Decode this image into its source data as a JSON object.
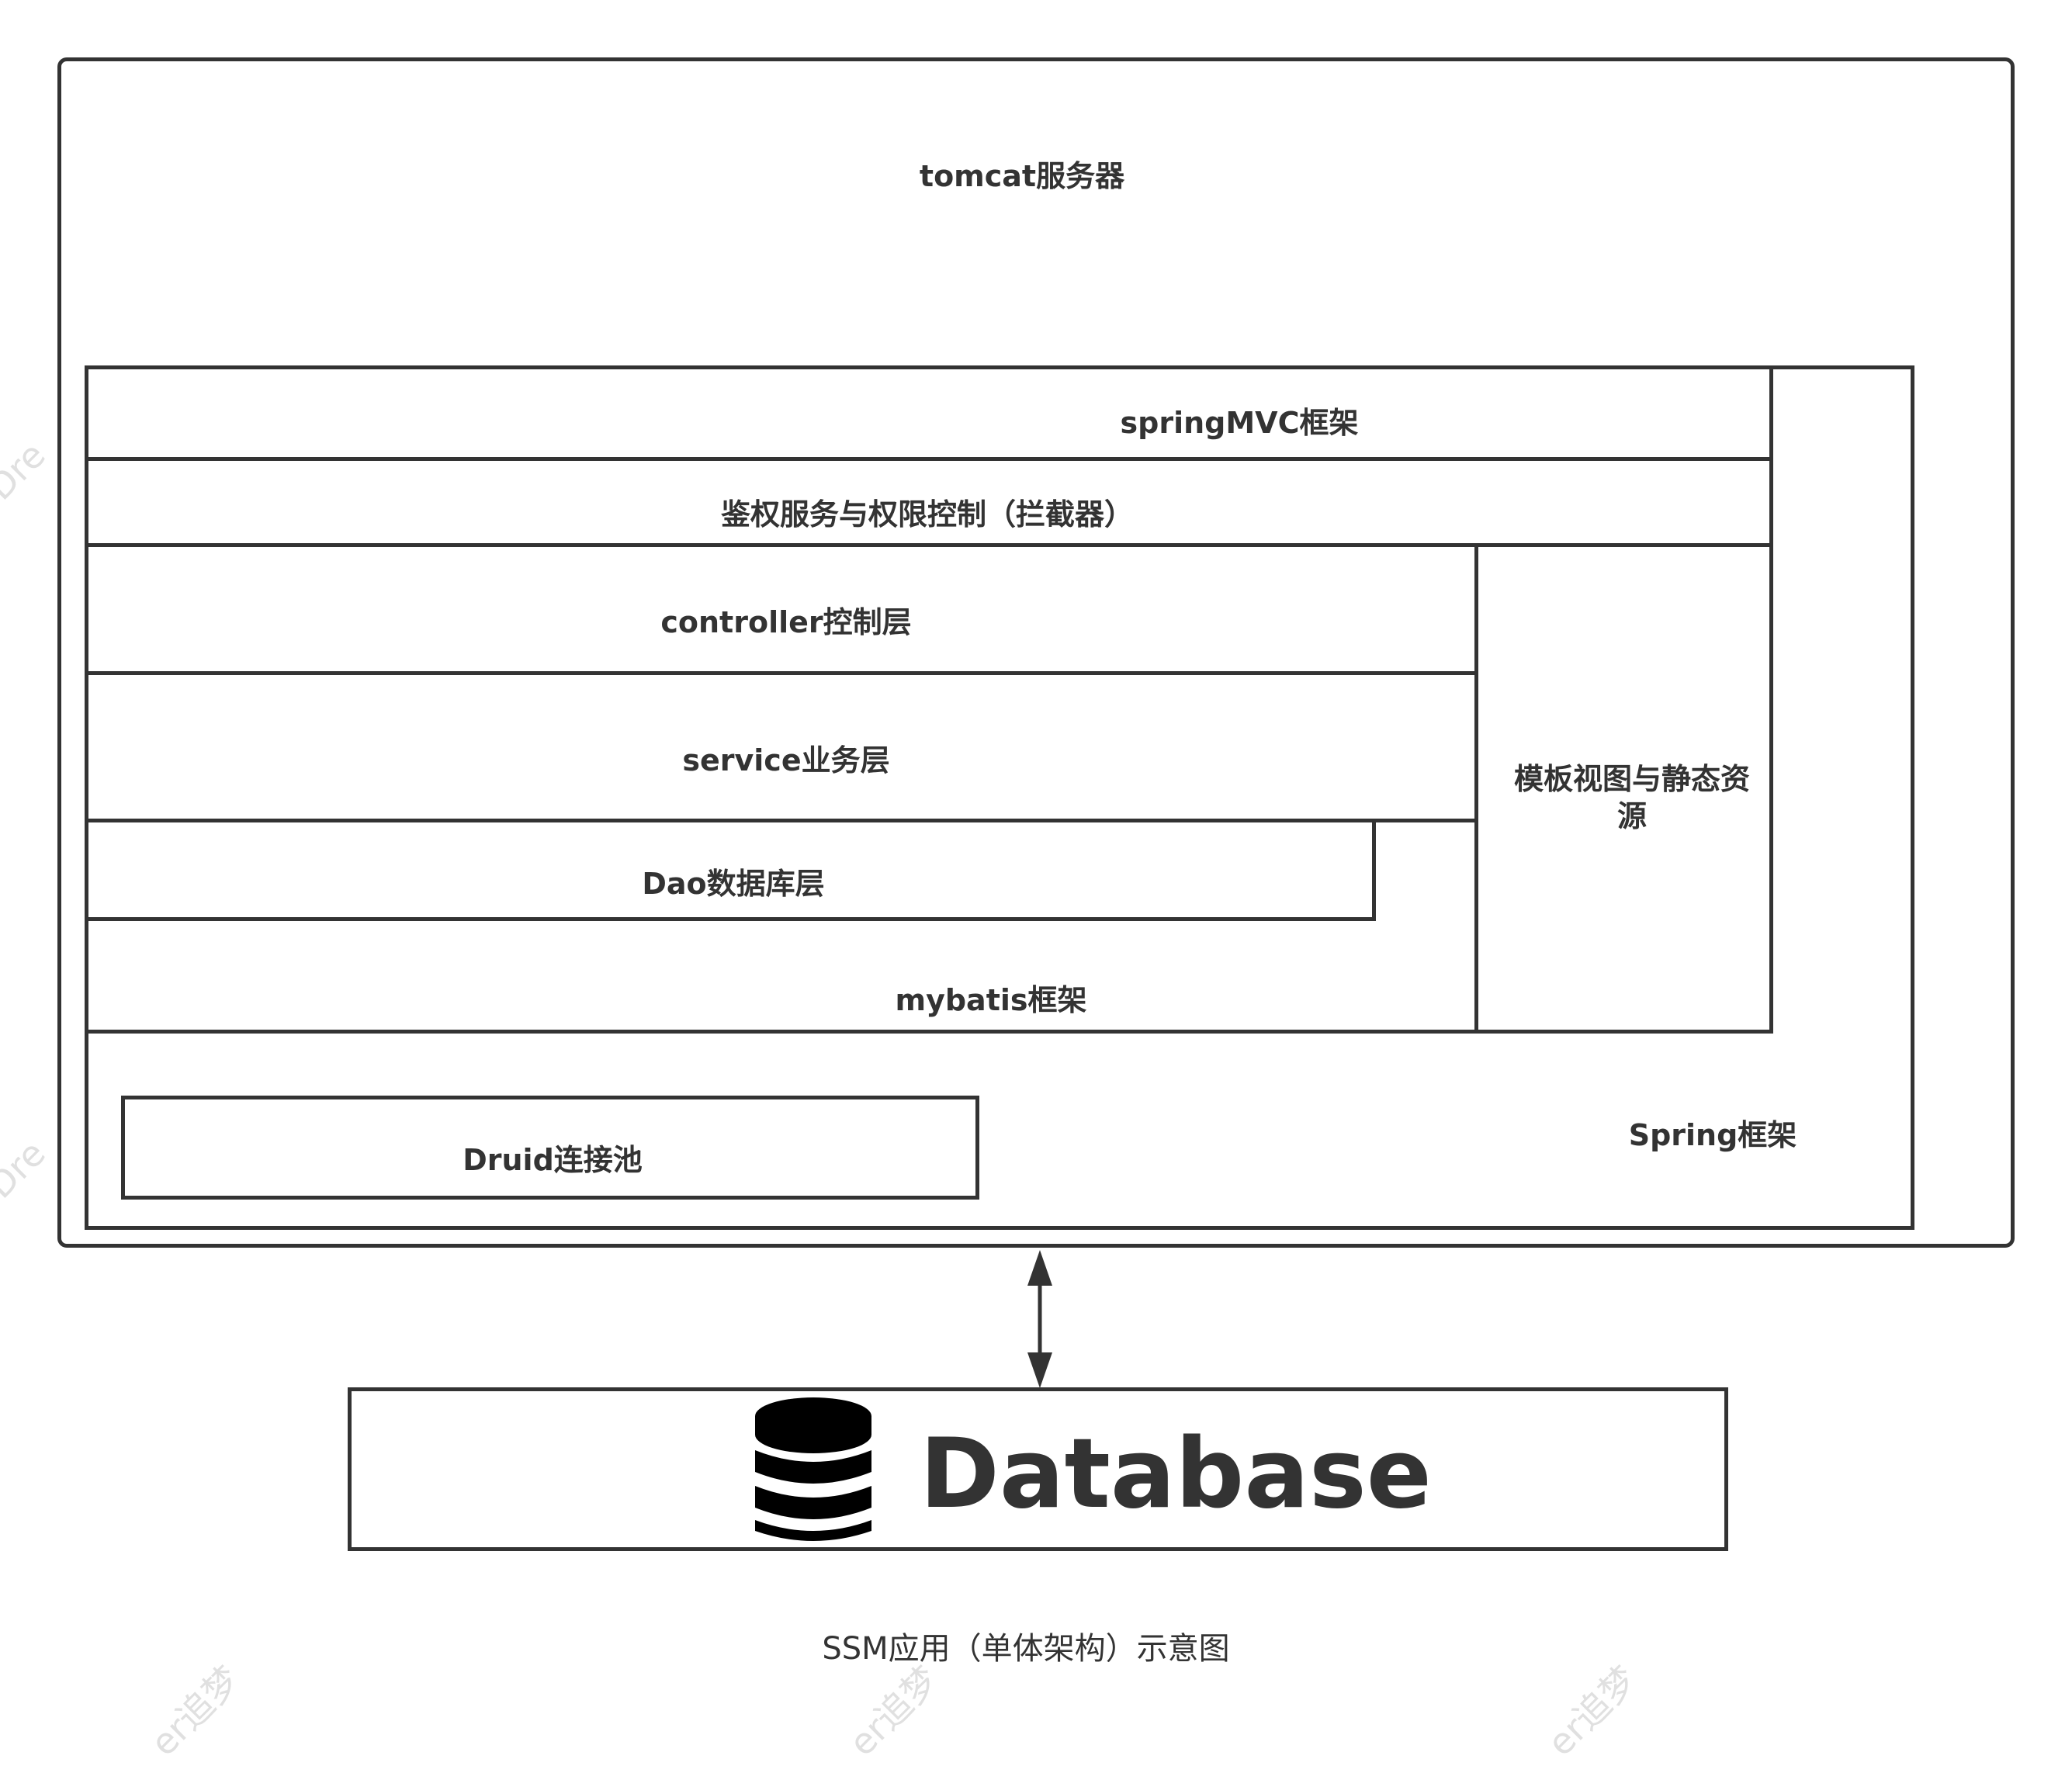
{
  "diagram": {
    "tomcat_label": "tomcat服务器",
    "springmvc_label": "springMVC框架",
    "auth_label": "鉴权服务与权限控制（拦截器）",
    "controller_label": "controller控制层",
    "service_label": "service业务层",
    "view_label_line1": "模板视图与静态资",
    "view_label_line2": "源",
    "dao_label": "Dao数据库层",
    "mybatis_label": "mybatis框架",
    "druid_label": "Druid连接池",
    "spring_label": "Spring框架",
    "database_label": "Database",
    "database_icon": "database-icon",
    "arrow_icon": "double-arrow-icon",
    "caption": "SSM应用（单体架构）示意图",
    "border_color": "#333333",
    "watermark_text_1": "Dre",
    "watermark_text_2": "er追梦"
  }
}
